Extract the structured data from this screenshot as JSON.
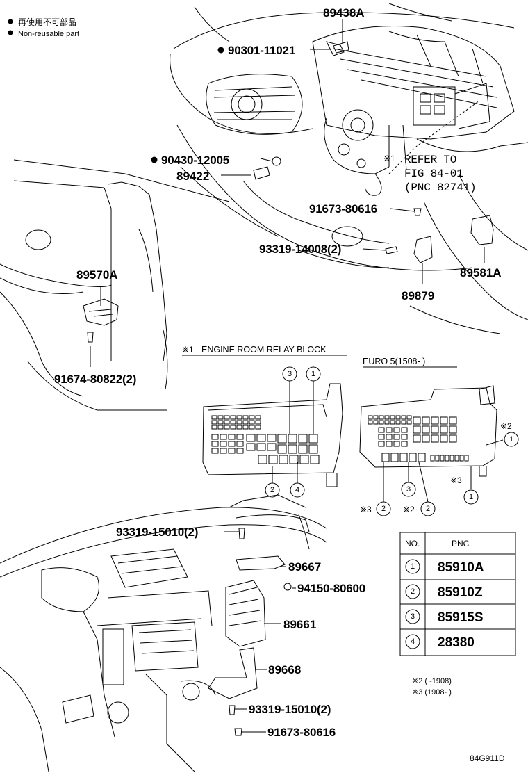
{
  "legend": {
    "jp": "再使用不可部品",
    "en": "Non-reusable part"
  },
  "parts": {
    "p89438A": "89438A",
    "p90301": "90301-11021",
    "p90430": "90430-12005",
    "p89422": "89422",
    "refer1": "REFER TO",
    "refer2": "FIG 84-01",
    "refer3": "(PNC 82741)",
    "ref_mark": "※1",
    "p91673a": "91673-80616",
    "p93319a": "93319-14008(2)",
    "p89581A": "89581A",
    "p89879": "89879",
    "p89570A": "89570A",
    "p91674": "91674-80822(2)",
    "p93319b": "93319-15010(2)",
    "p89667": "89667",
    "p94150": "94150-80600",
    "p89661": "89661",
    "p89668": "89668",
    "p93319c": "93319-15010(2)",
    "p91673b": "91673-80616"
  },
  "relay": {
    "title_mark": "※1",
    "title": "ENGINE ROOM RELAY BLOCK",
    "euro": "EURO 5(1508-      )",
    "mark2": "※2",
    "mark3": "※3"
  },
  "circles": {
    "c1": "1",
    "c2": "2",
    "c3": "3",
    "c4": "4"
  },
  "table": {
    "head_no": "NO.",
    "head_pnc": "PNC",
    "rows": [
      {
        "no": "1",
        "pnc": "85910A"
      },
      {
        "no": "2",
        "pnc": "85910Z"
      },
      {
        "no": "3",
        "pnc": "85915S"
      },
      {
        "no": "4",
        "pnc": "28380"
      }
    ]
  },
  "footnotes": {
    "n2": "※2 (          -1908)",
    "n3": "※3 (1908-          )"
  },
  "diagram_id": "84G911D"
}
